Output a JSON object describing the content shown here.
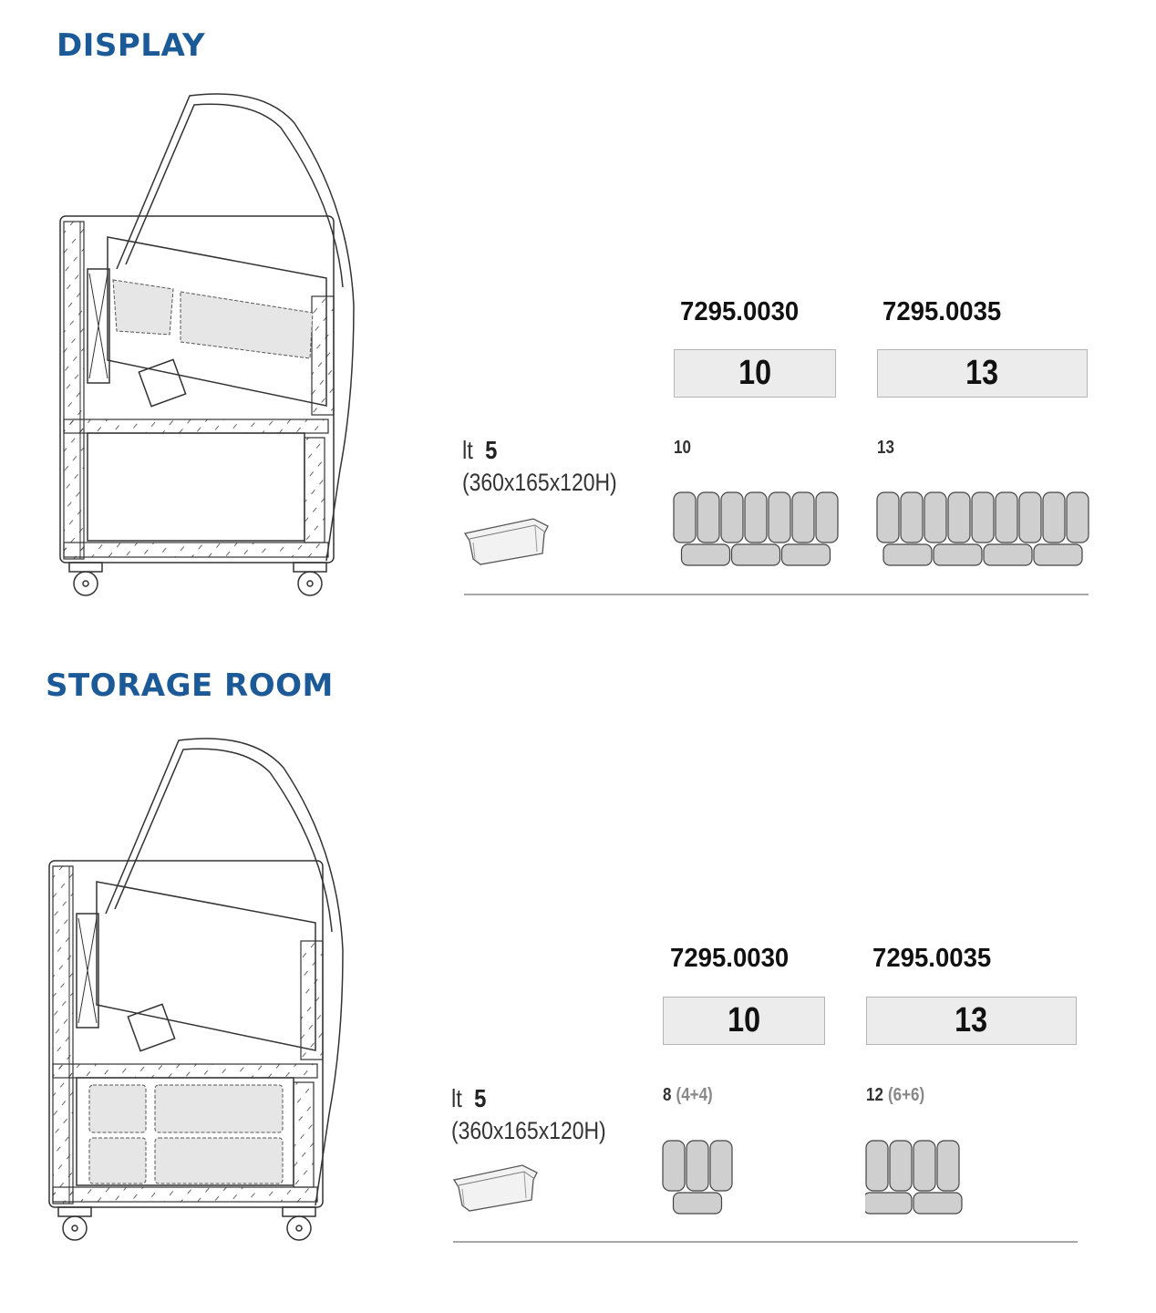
{
  "sections": [
    {
      "title": "DISPLAY",
      "pan": {
        "unit": "lt",
        "volume": "5",
        "dims": "(360x165x120H)"
      },
      "models": [
        {
          "code": "7295.0030",
          "capacity": "10",
          "count_label": "10",
          "count_detail": "",
          "layout": {
            "vertical": 7,
            "horizontal": 3
          }
        },
        {
          "code": "7295.0035",
          "capacity": "13",
          "count_label": "13",
          "count_detail": "",
          "layout": {
            "vertical": 9,
            "horizontal": 4
          }
        }
      ]
    },
    {
      "title": "STORAGE ROOM",
      "pan": {
        "unit": "lt",
        "volume": "5",
        "dims": "(360x165x120H)"
      },
      "models": [
        {
          "code": "7295.0030",
          "capacity": "10",
          "count_label": "8",
          "count_detail": "(4+4)",
          "layout": {
            "vertical": 3,
            "horizontal": 1
          }
        },
        {
          "code": "7295.0035",
          "capacity": "13",
          "count_label": "12",
          "count_detail": "(6+6)",
          "layout": {
            "vertical": 4,
            "horizontal": 2
          }
        }
      ]
    }
  ],
  "colors": {
    "title": "#1b5a96",
    "pan_fill": "#cfcfcf",
    "box_fill": "#ececec"
  }
}
